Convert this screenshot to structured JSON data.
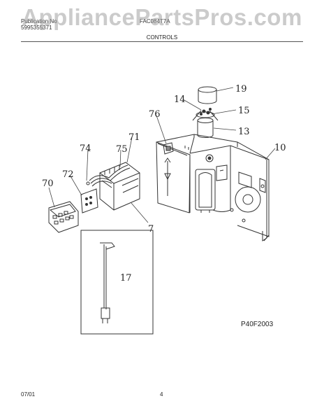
{
  "header": {
    "line1_left": "Publication No",
    "line1_right": "FAC084T7A",
    "line2_left": "5995355371"
  },
  "section_title": "CONTROLS",
  "watermark": "AppliancePartsPros.com",
  "callouts": {
    "c19": "19",
    "c14": "14",
    "c15": "15",
    "c13": "13",
    "c76": "76",
    "c10": "10",
    "c71": "71",
    "c74": "74",
    "c75": "75",
    "c72": "72",
    "c70": "70",
    "c7": "7",
    "c17": "17"
  },
  "reference_code": "P40F2003",
  "footer": {
    "date": "07/01",
    "page": "4"
  }
}
